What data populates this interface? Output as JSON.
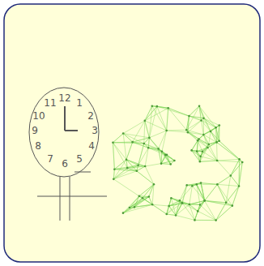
{
  "diagram": {
    "labels": [
      "11",
      "12",
      "1",
      "10",
      "2",
      "9",
      "3",
      "8",
      "4",
      "7",
      "6",
      "5"
    ]
  }
}
